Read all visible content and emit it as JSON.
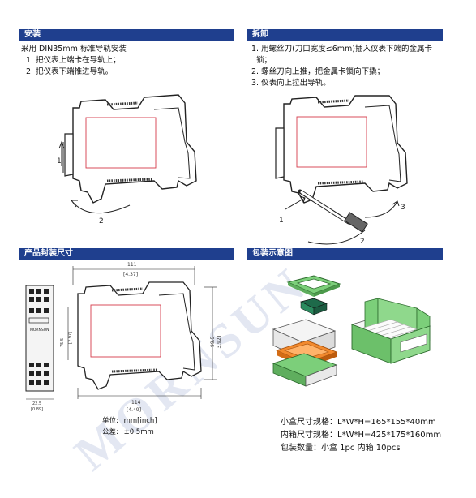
{
  "install": {
    "title": "安装",
    "intro": "采用 DIN35mm 标准导轨安装",
    "steps": [
      "1. 把仪表上端卡在导轨上；",
      "2. 把仪表下端推进导轨。"
    ],
    "arrow_labels": [
      "1",
      "2"
    ]
  },
  "remove": {
    "title": "拆卸",
    "steps": [
      "1. 用螺丝刀(刀口宽度≤6mm)插入仪表下端的金属卡",
      "锁；",
      "2. 螺丝刀向上推，把金属卡锁向下撬；",
      "3. 仪表向上拉出导轨。"
    ],
    "arrow_labels": [
      "1",
      "2",
      "3"
    ]
  },
  "dimensions": {
    "title": "产品封装尺寸",
    "width_top": "111",
    "width_top_in": "[4.37]",
    "width_bottom": "114",
    "width_bottom_in": "[4.49]",
    "height": "99.5",
    "height_in": "[3.92]",
    "inner_height": "75.5",
    "inner_height_in": "[2.97]",
    "depth": "22.5",
    "depth_in": "[0.89]",
    "unit_label": "单位:",
    "unit_value": "mm[inch]",
    "tolerance_label": "公差:",
    "tolerance_value": "±0.5mm",
    "front_logo": "MORNSUN"
  },
  "packing": {
    "title": "包装示意图",
    "small_box": "小盒尺寸规格：L*W*H=165*155*40mm",
    "carton": "内箱尺寸规格：L*W*H=425*175*160mm",
    "quantity": "包装数量：小盒  1pc   内箱 10pcs"
  },
  "watermark": "MORNSUN",
  "colors": {
    "header_bar": "#1f3f8e",
    "label_red": "#d63a4a",
    "pack_green": "#7ccf7a",
    "pack_orange": "#f28a2e"
  }
}
